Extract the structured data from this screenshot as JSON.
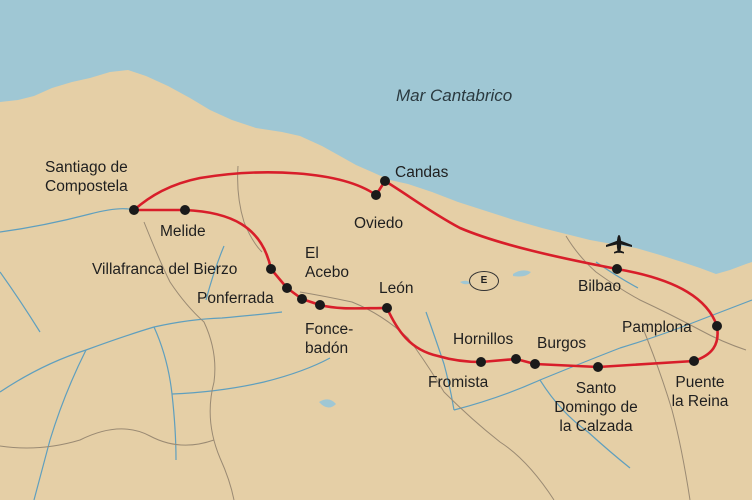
{
  "sea_label": "Mar Cantabrico",
  "country_badge": "E",
  "colors": {
    "sea": "#9fc7d4",
    "land": "#e5cfa6",
    "route": "#d81e2a",
    "river": "#5f9fbe",
    "border": "#9a8a73",
    "marker": "#1a1a1a"
  },
  "icons": {
    "airport": "airplane-icon"
  },
  "places": {
    "santiago": "Santiago de\nCompostela",
    "melide": "Melide",
    "villafranca": "Villafranca del Bierzo",
    "el_acebo": "El\nAcebo",
    "ponferrada": "Ponferrada",
    "foncebadon": "Fonce-\nbadón",
    "leon": "León",
    "candas": "Candas",
    "oviedo": "Oviedo",
    "bilbao": "Bilbao",
    "hornillos": "Hornillos",
    "burgos": "Burgos",
    "fromista": "Fromista",
    "santo_domingo": "Santo\nDomingo de\nla Calzada",
    "pamplona": "Pamplona",
    "puente_la_reina": "Puente\nla Reina"
  }
}
